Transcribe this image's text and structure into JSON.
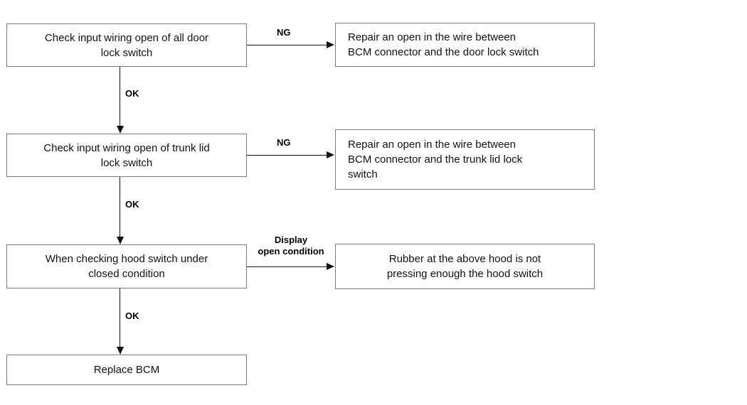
{
  "diagram": {
    "title": "BCM door/trunk/hood switch input diagnostic flowchart",
    "type": "flowchart",
    "nodes": [
      {
        "id": "door-switch",
        "text": "Check input wiring open of all door\nlock switch",
        "align": "center"
      },
      {
        "id": "door-repair",
        "text": "Repair an open in the wire between\nBCM connector and the door lock switch",
        "align": "left"
      },
      {
        "id": "trunk-switch",
        "text": "Check input wiring open of trunk lid\nlock switch",
        "align": "center"
      },
      {
        "id": "trunk-repair",
        "text": "Repair an open in the wire between\nBCM connector and the trunk lid lock\nswitch",
        "align": "left"
      },
      {
        "id": "hood-check",
        "text": "When checking hood switch under\nclosed condition",
        "align": "center"
      },
      {
        "id": "hood-rubber",
        "text": "Rubber at the above hood is not\npressing enough the hood switch",
        "align": "center"
      },
      {
        "id": "replace-bcm",
        "text": "Replace BCM",
        "align": "center"
      }
    ],
    "edge_labels": {
      "ok_1": "OK",
      "ok_2": "OK",
      "ok_3": "OK",
      "ng_1": "NG",
      "ng_2": "NG",
      "display_open_condition": "Display\nopen condition"
    },
    "colors": {
      "box_border": "#7a7a7a",
      "line": "#111111",
      "text": "#111111",
      "background": "#ffffff"
    }
  }
}
